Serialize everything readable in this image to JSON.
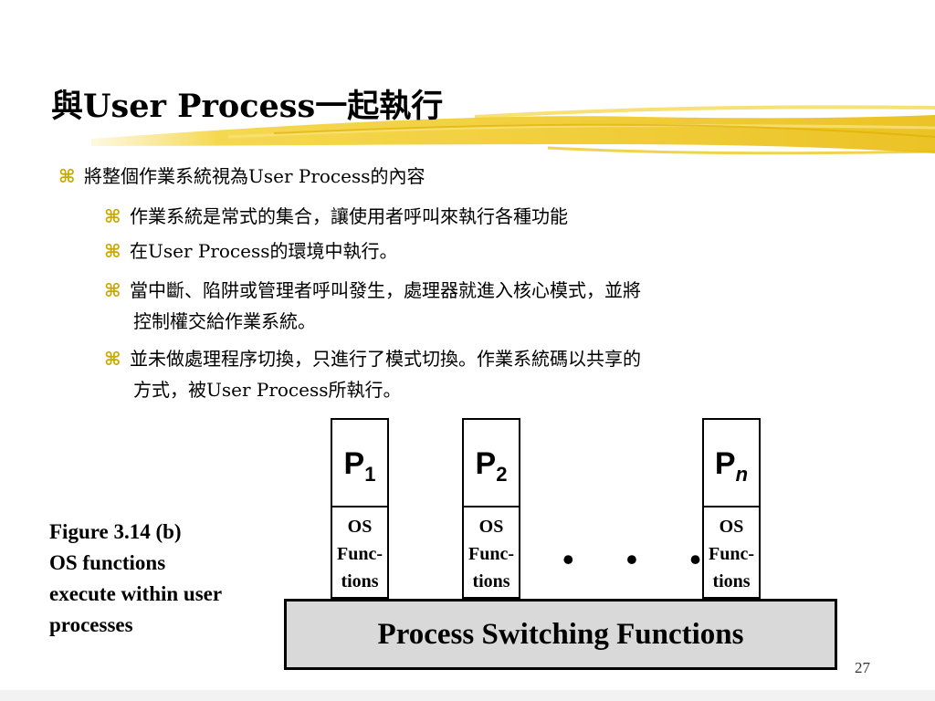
{
  "slide": {
    "title": "與User Process一起執行",
    "bullets": {
      "level1": "將整個作業系統視為User Process的內容",
      "sub1": "作業系統是常式的集合，讓使用者呼叫來執行各種功能",
      "sub2": "在User Process的環境中執行。",
      "sub3_line1": "當中斷、陷阱或管理者呼叫發生，處理器就進入核心模式，並將",
      "sub3_line2": "控制權交給作業系統。",
      "sub4_line1": "並未做處理程序切換，只進行了模式切換。作業系統碼以共享的",
      "sub4_line2": "方式，被User Process所執行。"
    },
    "bullet_icon": "command-key-icon",
    "slide_number": "27"
  },
  "figure": {
    "caption": {
      "line1": "Figure 3.14 (b)",
      "line2": "OS functions",
      "line3": "execute within user",
      "line4": "processes"
    },
    "processes": [
      {
        "label": "P",
        "subscript": "1",
        "os_line1": "OS",
        "os_line2": "Func-",
        "os_line3": "tions"
      },
      {
        "label": "P",
        "subscript": "2",
        "os_line1": "OS",
        "os_line2": "Func-",
        "os_line3": "tions"
      },
      {
        "label": "P",
        "subscript": "n",
        "os_line1": "OS",
        "os_line2": "Func-",
        "os_line3": "tions"
      }
    ],
    "ellipsis": "• • •",
    "base_label": "Process Switching Functions"
  },
  "colors": {
    "brush_yellow": "#f2cc1a",
    "bullet_gold": "#c8a800",
    "base_fill": "#d9d9d9"
  }
}
